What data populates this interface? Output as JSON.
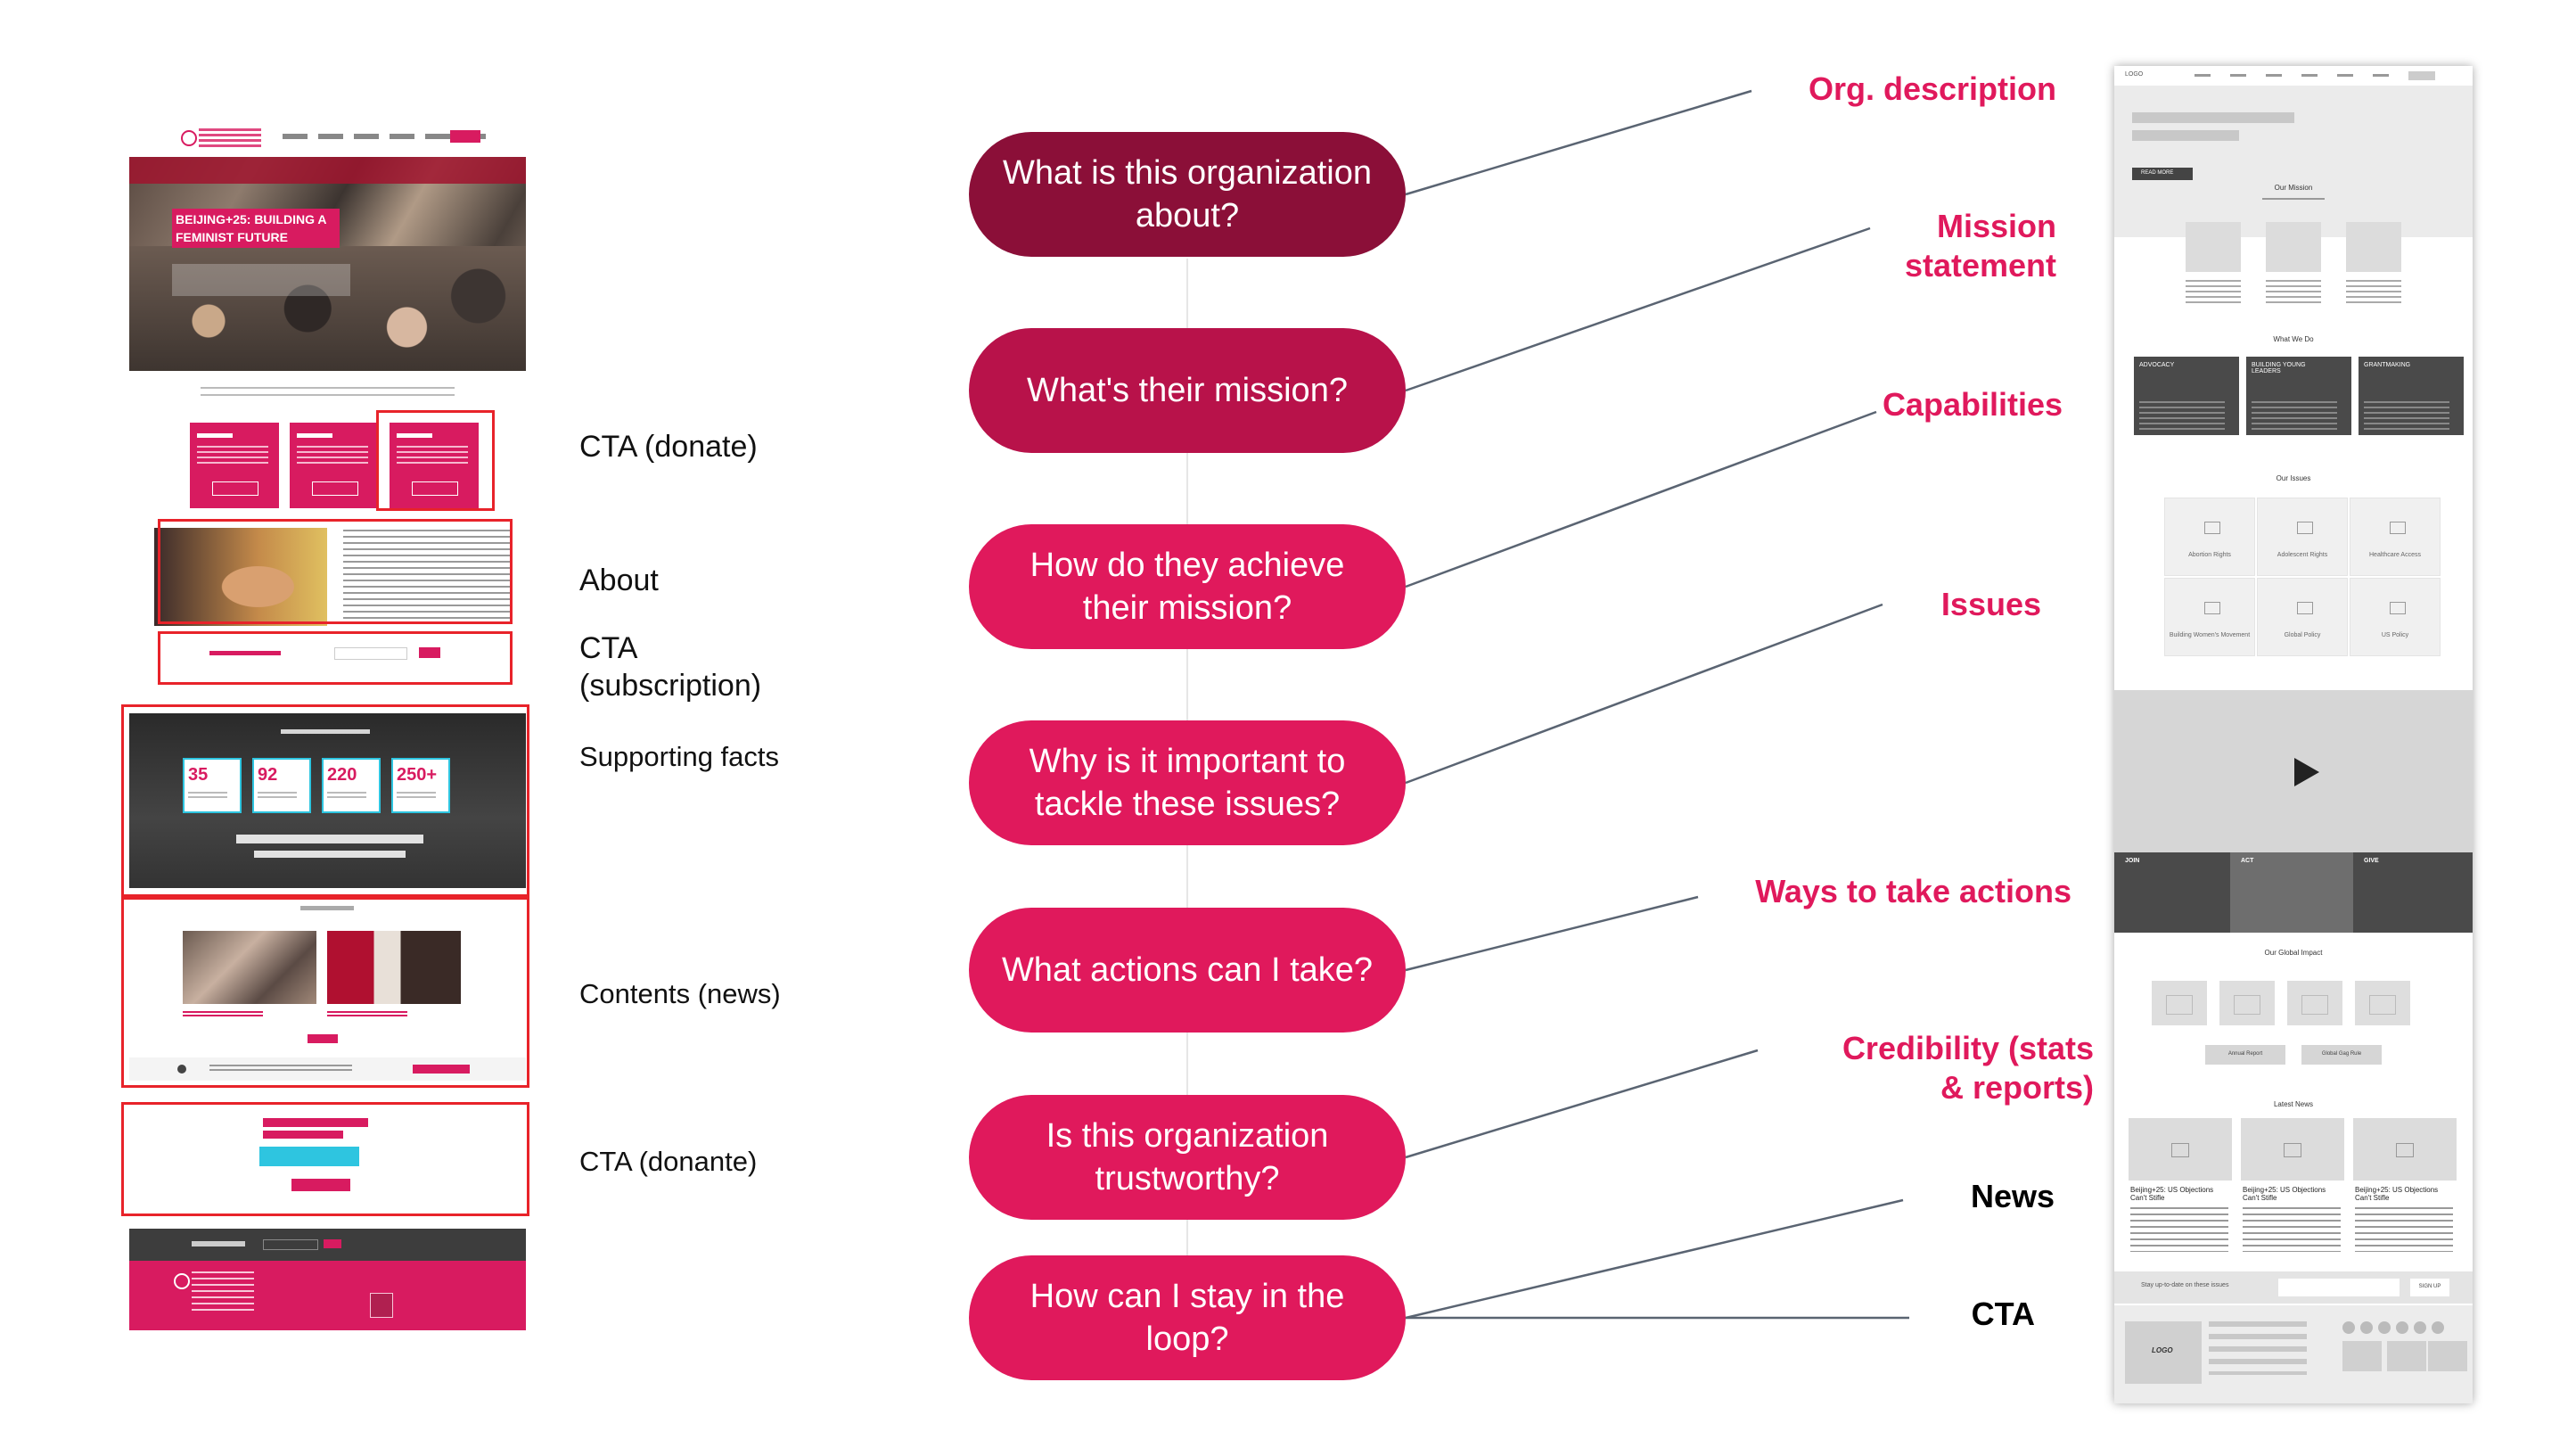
{
  "left_annotations": [
    {
      "id": "cta-donate",
      "text": "CTA (donate)"
    },
    {
      "id": "about",
      "text": "About"
    },
    {
      "id": "cta-subscription",
      "text": "CTA\n(subscription)"
    },
    {
      "id": "supporting-facts",
      "text": "Supporting facts"
    },
    {
      "id": "contents-news",
      "text": "Contents (news)"
    },
    {
      "id": "cta-donante",
      "text": "CTA (donante)"
    }
  ],
  "questions": [
    {
      "text": "What is this organization about?",
      "color": "#8b0f38"
    },
    {
      "text": "What's their mission?",
      "color": "#b8124a"
    },
    {
      "text": "How do they achieve their mission?",
      "color": "#e0195c"
    },
    {
      "text": "Why is it important to tackle these issues?",
      "color": "#e0195c"
    },
    {
      "text": "What actions can I take?",
      "color": "#e0195c"
    },
    {
      "text": "Is this organization trustworthy?",
      "color": "#e0195c"
    },
    {
      "text": "How can I stay in the loop?",
      "color": "#e0195c"
    }
  ],
  "right_labels": [
    {
      "text": "Org. description",
      "color": "#e0195c"
    },
    {
      "text": "Mission statement",
      "color": "#e0195c"
    },
    {
      "text": "Capabilities",
      "color": "#e0195c"
    },
    {
      "text": "Issues",
      "color": "#e0195c"
    },
    {
      "text": "Ways to take actions",
      "color": "#e0195c"
    },
    {
      "text": "Credibility (stats & reports)",
      "color": "#e0195c"
    },
    {
      "text": "News",
      "color": "#000000"
    },
    {
      "text": "CTA",
      "color": "#000000"
    }
  ],
  "site_hero_title": "BEIJING+25: BUILDING A FEMINIST FUTURE",
  "site_stats": [
    "35",
    "92",
    "220",
    "250+"
  ],
  "wireframe": {
    "nav_logo": "LOGO",
    "hero_button": "READ MORE",
    "our_mission": "Our Mission",
    "what_we_do": "What We Do",
    "capabilities": [
      "ADVOCACY",
      "BUILDING YOUNG LEADERS",
      "GRANTMAKING"
    ],
    "our_issues": "Our Issues",
    "issues": [
      "Abortion Rights",
      "Adolescent Rights",
      "Healthcare Access",
      "Building Women's Movement",
      "Global Policy",
      "US Policy"
    ],
    "actions": [
      "JOIN",
      "ACT",
      "GIVE"
    ],
    "global_impact": "Our Global Impact",
    "report_buttons": [
      "Annual Report",
      "Global Gag Rule"
    ],
    "latest_news": "Latest News",
    "news_title": "Beijing+25: US Objections Can't Stifle",
    "subscribe_text": "Stay up-to-date on these issues",
    "subscribe_button": "SIGN UP",
    "footer_logo": "LOGO"
  }
}
